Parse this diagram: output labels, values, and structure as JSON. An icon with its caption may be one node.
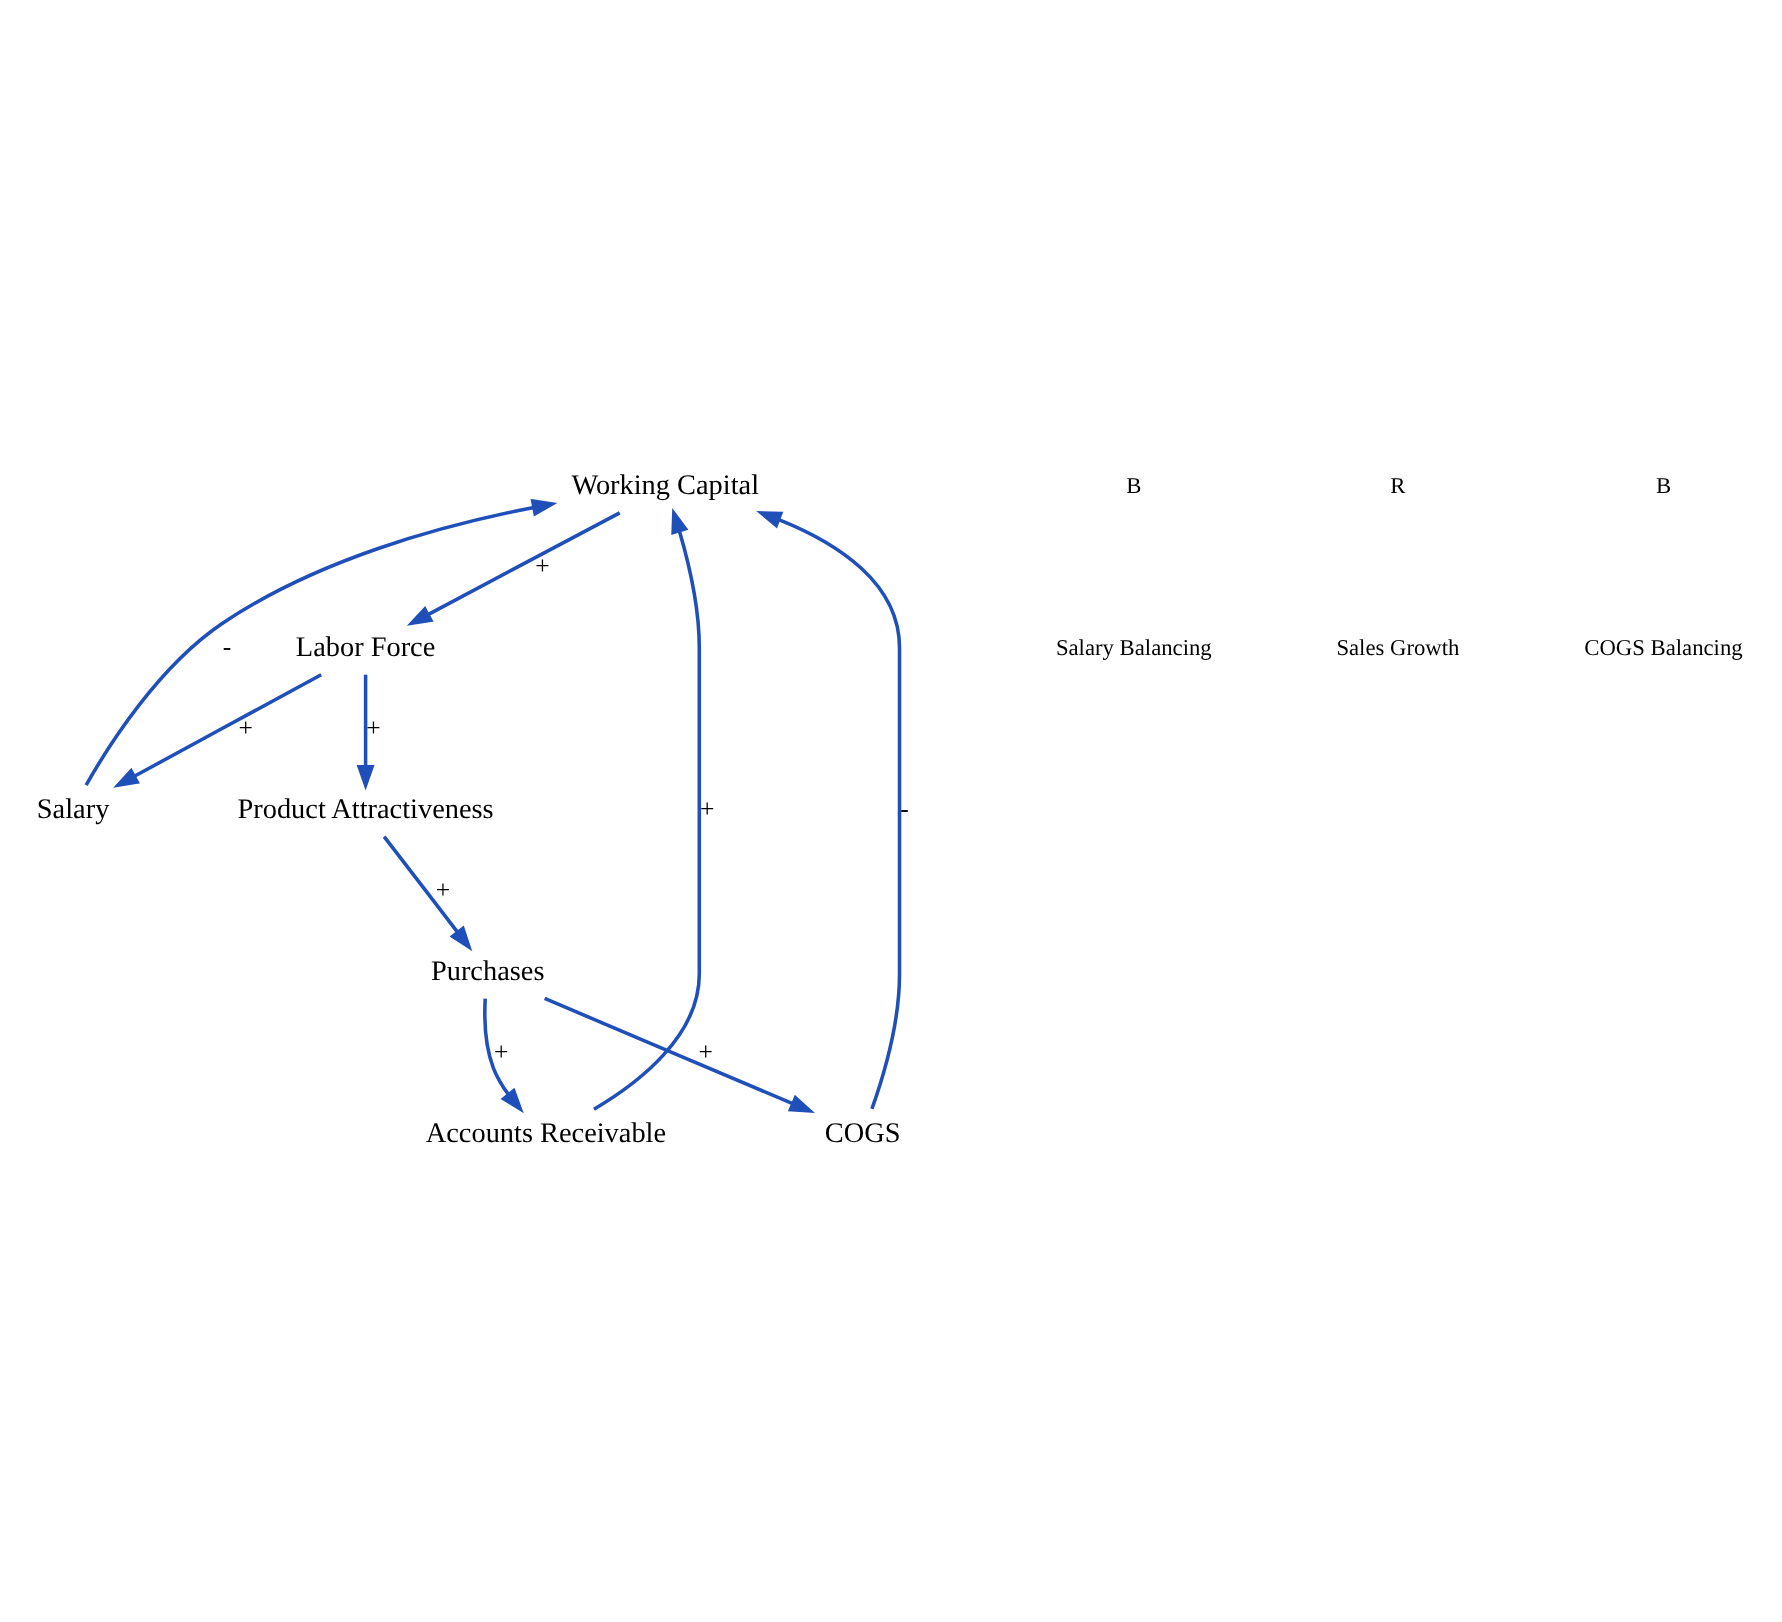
{
  "diagram": {
    "nodes": [
      {
        "text": [
          "Working Capital"
        ]
      },
      {
        "text": [
          "Accounts Receivable"
        ]
      },
      {
        "text": [
          "Salary"
        ]
      },
      {
        "text": [
          "COGS"
        ]
      },
      {
        "text": [
          "Labor Force"
        ]
      },
      {
        "text": [
          "Product Attractiveness"
        ]
      },
      {
        "text": [
          "Purchases"
        ]
      }
    ],
    "edges": [
      {
        "from": 0,
        "to": 4,
        "arrow": "to",
        "label": "+"
      },
      {
        "from": 4,
        "to": 2,
        "arrow": "to",
        "label": "+"
      },
      {
        "from": 2,
        "to": 0,
        "arrow": "to",
        "label": "-"
      },
      {
        "from": 3,
        "to": 0,
        "arrow": "to",
        "label": "-"
      },
      {
        "from": 4,
        "to": 5,
        "arrow": "to",
        "label": "+"
      },
      {
        "from": 5,
        "to": 6,
        "arrow": "to",
        "label": "+"
      },
      {
        "from": 6,
        "to": 3,
        "arrow": "to",
        "label": "+"
      },
      {
        "from": 6,
        "to": 1,
        "arrow": "to",
        "label": "+"
      },
      {
        "from": 1,
        "to": 0,
        "arrow": "to",
        "label": "+"
      }
    ],
    "labels": [
      "B",
      "Salary Balancing",
      "R",
      "Sales Growth",
      "B",
      "COGS Balancing"
    ]
  }
}
